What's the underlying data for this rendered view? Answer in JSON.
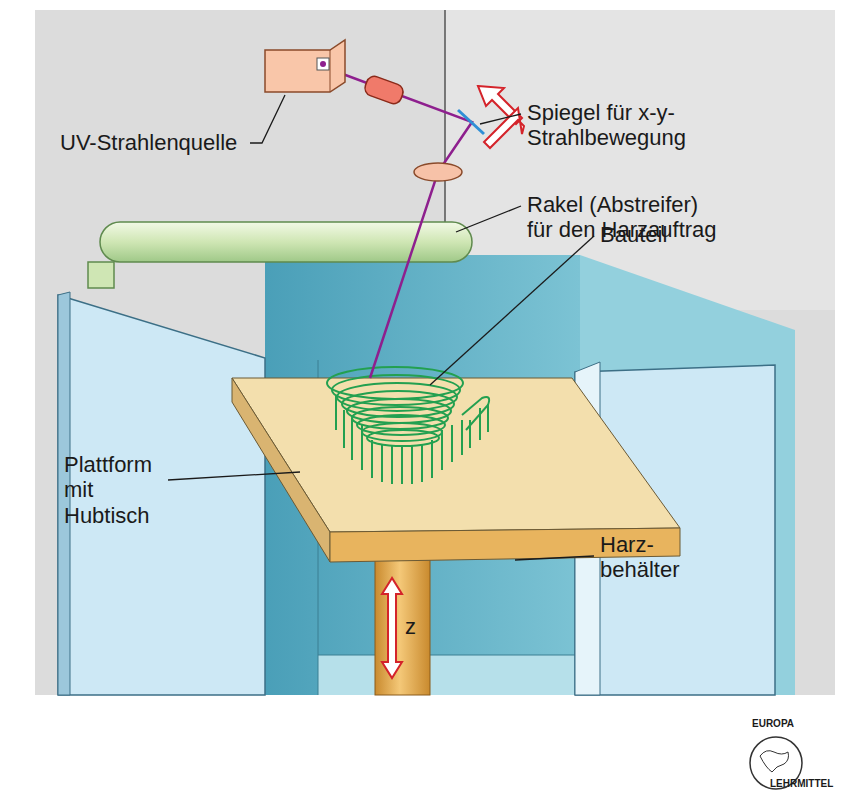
{
  "diagram": {
    "labels": [
      "UV-Strahlenquelle",
      "Spiegel für x-y- Strahlbewegung",
      "Rakel (Abstreifer) für den Harzauftrag",
      "Bauteil",
      "Plattform mit Hubtisch",
      "Harz- behälter",
      "z",
      "EUROPA",
      "LEHRMITTEL"
    ]
  }
}
